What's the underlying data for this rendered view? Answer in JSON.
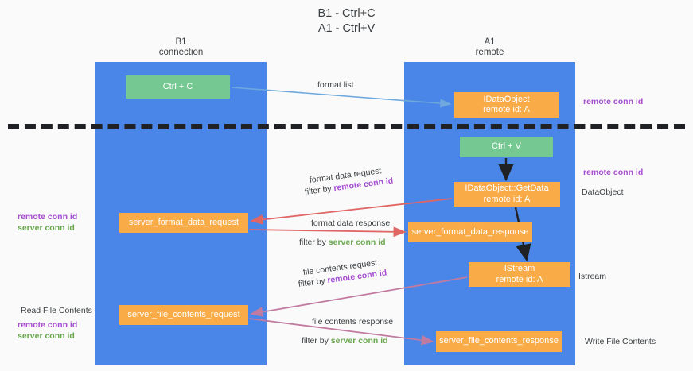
{
  "title": "B1 - Ctrl+C\nA1 - Ctrl+V",
  "lanes": [
    {
      "name": "b1",
      "header": "B1\nconnection",
      "color": "#4a86e8"
    },
    {
      "name": "a1",
      "header": "A1\nremote",
      "color": "#4a86e8"
    }
  ],
  "colors": {
    "lane": "#4a86e8",
    "green_node": "#76c893",
    "orange_node": "#f9ab48",
    "remote_conn_id": "#a64dd1",
    "server_conn_id": "#6aa84f",
    "text": "#3c4043",
    "divider": "#202124",
    "arrow_blue": "#6fa8dc",
    "arrow_red": "#e06666",
    "arrow_magenta": "#c27ba0",
    "arrow_black": "#202124",
    "background": "#fafafa"
  },
  "nodes": {
    "ctrl_c": "Ctrl + C",
    "idataobject": "IDataObject\nremote id: A",
    "ctrl_v": "Ctrl + V",
    "getdata": "IDataObject::GetData\nremote id: A",
    "server_format_data_request": "server_format_data_request",
    "server_format_data_response": "server_format_data_response",
    "istream": "IStream\nremote id: A",
    "server_file_contents_request": "server_file_contents_request",
    "server_file_contents_response": "server_file_contents_response"
  },
  "labels": {
    "format_list": "format list",
    "remote_conn_id_top": "remote conn id",
    "format_data_request": "format data request",
    "filter_by": "filter by ",
    "remote_conn_id": "remote conn id",
    "server_conn_id": "server conn id",
    "remote_conn_id_mid": "remote conn id",
    "dataobject": "DataObject",
    "format_data_response": "format data response",
    "file_contents_request": "file contents request",
    "istream_side": "Istream",
    "read_file_contents": "Read File Contents",
    "file_contents_response": "file contents response",
    "write_file_contents": "Write File Contents"
  }
}
